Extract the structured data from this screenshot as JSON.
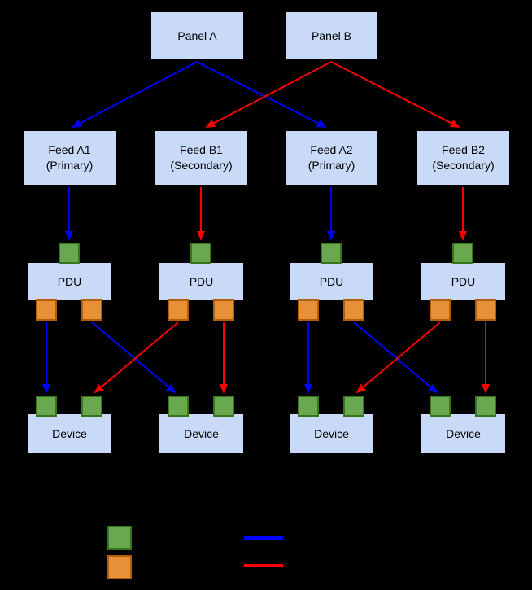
{
  "colors": {
    "background": "#000000",
    "box_fill": "#c9daf8",
    "text": "#000000",
    "green": "#6aa84f",
    "green_border": "#38761d",
    "orange": "#e69138",
    "orange_border": "#b45f06",
    "blue": "#0000ff",
    "red": "#ff0000"
  },
  "panels": [
    {
      "label": "Panel A"
    },
    {
      "label": "Panel B"
    }
  ],
  "feeds": [
    {
      "name": "Feed A1",
      "role": "(Primary)"
    },
    {
      "name": "Feed B1",
      "role": "(Secondary)"
    },
    {
      "name": "Feed A2",
      "role": "(Primary)"
    },
    {
      "name": "Feed B2",
      "role": "(Secondary)"
    }
  ],
  "pdus": [
    {
      "label": "PDU"
    },
    {
      "label": "PDU"
    },
    {
      "label": "PDU"
    },
    {
      "label": "PDU"
    }
  ],
  "devices": [
    {
      "label": "Device"
    },
    {
      "label": "Device"
    },
    {
      "label": "Device"
    },
    {
      "label": "Device"
    }
  ]
}
